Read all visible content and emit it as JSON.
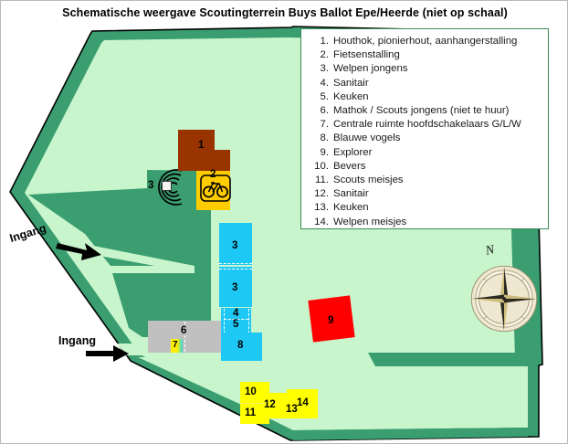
{
  "title": "Schematische weergave Scoutingterrein Buys Ballot Epe/Heerde (niet op schaal)",
  "legend": {
    "items": [
      {
        "num": "1.",
        "label": "Houthok, pionierhout, aanhangerstalling"
      },
      {
        "num": "2.",
        "label": "Fietsenstalling"
      },
      {
        "num": "3.",
        "label": "Welpen jongens"
      },
      {
        "num": "4.",
        "label": "Sanitair"
      },
      {
        "num": "5.",
        "label": "Keuken"
      },
      {
        "num": "6.",
        "label": "Mathok / Scouts jongens (niet te huur)"
      },
      {
        "num": "7.",
        "label": "Centrale ruimte hoofdschakelaars G/L/W"
      },
      {
        "num": "8.",
        "label": "Blauwe vogels"
      },
      {
        "num": "9.",
        "label": "Explorer"
      },
      {
        "num": "10.",
        "label": "Bevers"
      },
      {
        "num": "11.",
        "label": "Scouts meisjes"
      },
      {
        "num": "12.",
        "label": "Sanitair"
      },
      {
        "num": "13.",
        "label": "Keuken"
      },
      {
        "num": "14.",
        "label": "Welpen meisjes"
      }
    ]
  },
  "buildings": {
    "b1": "1",
    "b2": "2",
    "b3_outdoor": "3",
    "b3_north": "3",
    "b3_south": "3",
    "b4": "4",
    "b5": "5",
    "b6": "6",
    "b7": "7",
    "b8": "8",
    "b9": "9",
    "b10": "10",
    "b11": "11",
    "b12": "12",
    "b13": "13",
    "b14": "14"
  },
  "entrances": {
    "ingang_1": "Ingang",
    "ingang_2": "Ingang"
  },
  "compass": {
    "north": "N"
  },
  "colors": {
    "terrain_fill": "#c8f5cc",
    "terrain_border": "#3a9e70",
    "legend_border": "#3a8a55",
    "building_brown": "#993300",
    "building_gold": "#ffcc00",
    "building_cyan": "#1ec8f5",
    "building_gray": "#c0c0c0",
    "building_red": "#ff0000",
    "building_yellow": "#ffff00",
    "outline": "#000000"
  }
}
